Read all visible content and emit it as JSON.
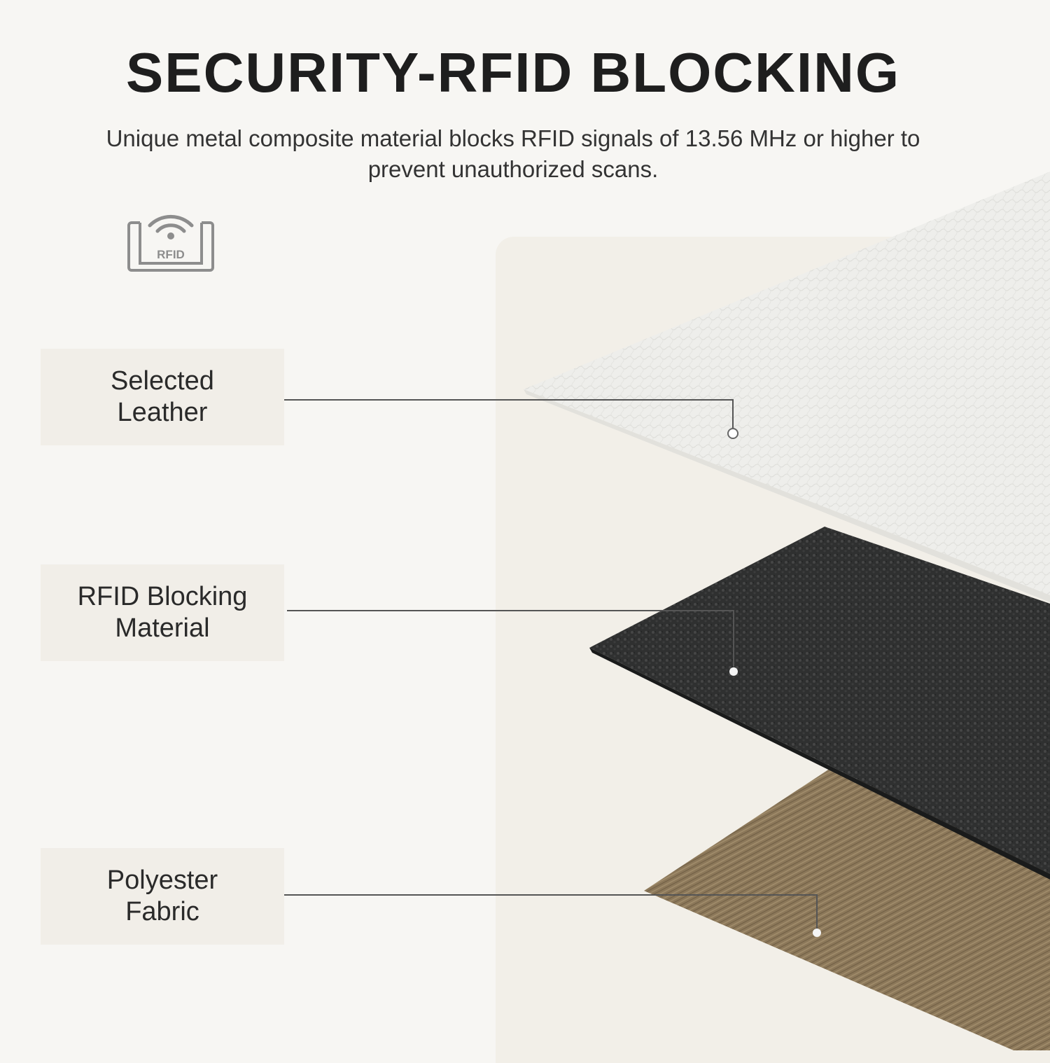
{
  "header": {
    "title": "SECURITY-RFID BLOCKING",
    "subtitle": "Unique metal composite material blocks RFID signals of 13.56 MHz or higher to prevent unauthorized scans."
  },
  "badge": {
    "icon": "rfid-wifi-icon",
    "text": "RFID"
  },
  "layers": [
    {
      "line1": "Selected",
      "line2": "Leather"
    },
    {
      "line1": "RFID Blocking",
      "line2": "Material"
    },
    {
      "line1": "Polyester",
      "line2": "Fabric"
    }
  ],
  "colors": {
    "background": "#f7f6f3",
    "leather": "#eeede9",
    "blocking_material": "#2e2f2f",
    "fabric": "#8a7658",
    "leader_line": "#555555"
  }
}
